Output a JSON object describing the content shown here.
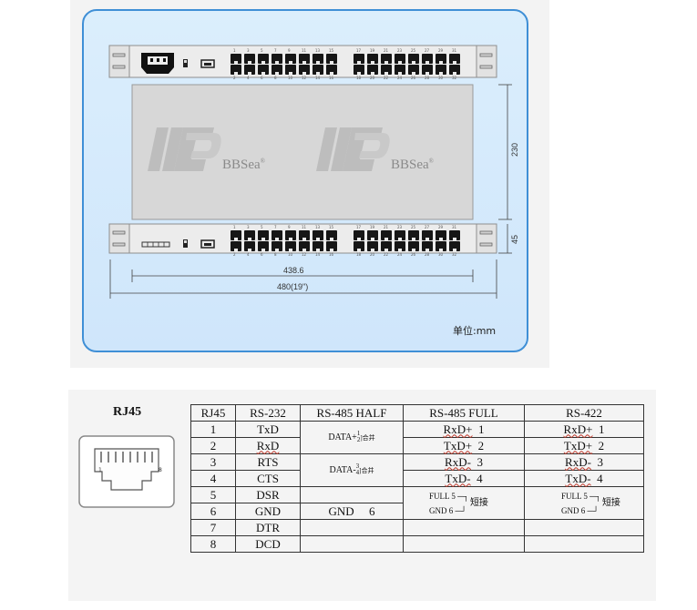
{
  "drawing": {
    "brand": "BBSea",
    "reg_mark": "®",
    "dim_height": "230",
    "dim_unit_height": "45",
    "dim_inner_width": "438.6",
    "dim_outer_width": "480(19\")",
    "unit_label": "单位:mm",
    "port_numbers_top": [
      "1",
      "3",
      "5",
      "7",
      "9",
      "11",
      "13",
      "15",
      "17",
      "19",
      "21",
      "23",
      "25",
      "27",
      "29",
      "31"
    ],
    "port_numbers_bottom": [
      "2",
      "4",
      "6",
      "8",
      "10",
      "12",
      "14",
      "16",
      "18",
      "20",
      "22",
      "24",
      "26",
      "28",
      "30",
      "32"
    ]
  },
  "rj45": {
    "title": "RJ45",
    "pin_first": "1",
    "pin_last": "8"
  },
  "table": {
    "headers": [
      "RJ45",
      "RS-232",
      "RS-485 HALF",
      "RS-485 FULL",
      "RS-422"
    ],
    "rows": [
      {
        "pin": "1",
        "rs232": "TxD"
      },
      {
        "pin": "2",
        "rs232": "RxD"
      },
      {
        "pin": "3",
        "rs232": "RTS"
      },
      {
        "pin": "4",
        "rs232": "CTS"
      },
      {
        "pin": "5",
        "rs232": "DSR"
      },
      {
        "pin": "6",
        "rs232": "GND"
      },
      {
        "pin": "7",
        "rs232": "DTR"
      },
      {
        "pin": "8",
        "rs232": "DCD"
      }
    ],
    "half": {
      "data_plus": "DATA+",
      "data_minus": "DATA-",
      "n1": "1",
      "n2": "2",
      "n3": "3",
      "n4": "4",
      "join": "合并",
      "gnd": "GND",
      "gnd_pin": "6"
    },
    "full": [
      {
        "sig": "RxD+",
        "n": "1"
      },
      {
        "sig": "TxD+",
        "n": "2"
      },
      {
        "sig": "RxD-",
        "n": "3"
      },
      {
        "sig": "TxD-",
        "n": "4"
      }
    ],
    "rs422": [
      {
        "sig": "RxD+",
        "n": "1"
      },
      {
        "sig": "TxD+",
        "n": "2"
      },
      {
        "sig": "RxD-",
        "n": "3"
      },
      {
        "sig": "TxD-",
        "n": "4"
      }
    ],
    "short": {
      "full5": "FULL 5",
      "gnd6": "GND  6",
      "label": "短接"
    }
  }
}
